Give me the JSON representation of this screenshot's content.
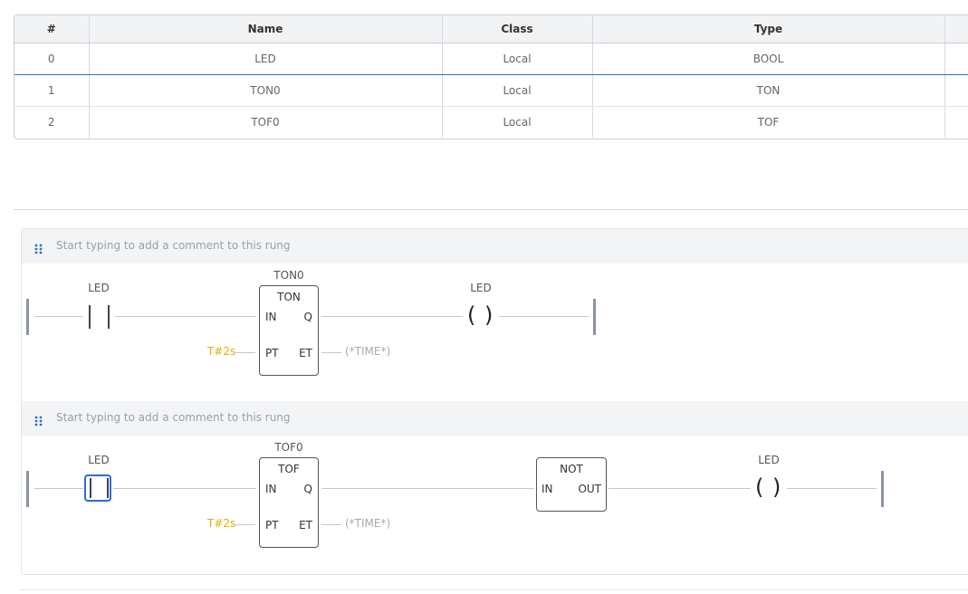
{
  "table": {
    "headers": [
      "#",
      "Name",
      "Class",
      "Type"
    ],
    "rows": [
      {
        "index": "0",
        "name": "LED",
        "class": "Local",
        "type": "BOOL"
      },
      {
        "index": "1",
        "name": "TON0",
        "class": "Local",
        "type": "TON"
      },
      {
        "index": "2",
        "name": "TOF0",
        "class": "Local",
        "type": "TOF"
      }
    ]
  },
  "rungs": [
    {
      "comment_placeholder": "Start typing to add a comment to this rung",
      "contact_label": "LED",
      "block": {
        "instance": "TON0",
        "type": "TON",
        "in": "IN",
        "q": "Q",
        "pt": "PT",
        "et": "ET",
        "pt_value": "T#2s",
        "et_value": "(*TIME*)"
      },
      "coil_label": "LED"
    },
    {
      "comment_placeholder": "Start typing to add a comment to this rung",
      "contact_label": "LED",
      "block": {
        "instance": "TOF0",
        "type": "TOF",
        "in": "IN",
        "q": "Q",
        "pt": "PT",
        "et": "ET",
        "pt_value": "T#2s",
        "et_value": "(*TIME*)"
      },
      "not_block": {
        "type": "NOT",
        "in": "IN",
        "out": "OUT"
      },
      "coil_label": "LED"
    }
  ],
  "colors": {
    "accent": "#2f6bd6",
    "pt_value": "#e0b000",
    "et_value": "#aaaaaa"
  }
}
